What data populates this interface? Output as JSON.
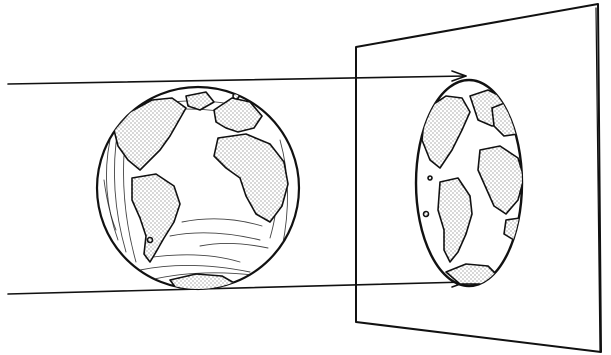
{
  "figure": {
    "description_visible_text": "",
    "ink_color": "#111111",
    "paper_color": "#ffffff",
    "elements": [
      "projection-ray-top",
      "projection-ray-bottom",
      "globe",
      "projection-screen",
      "projected-ellipse-map"
    ]
  }
}
